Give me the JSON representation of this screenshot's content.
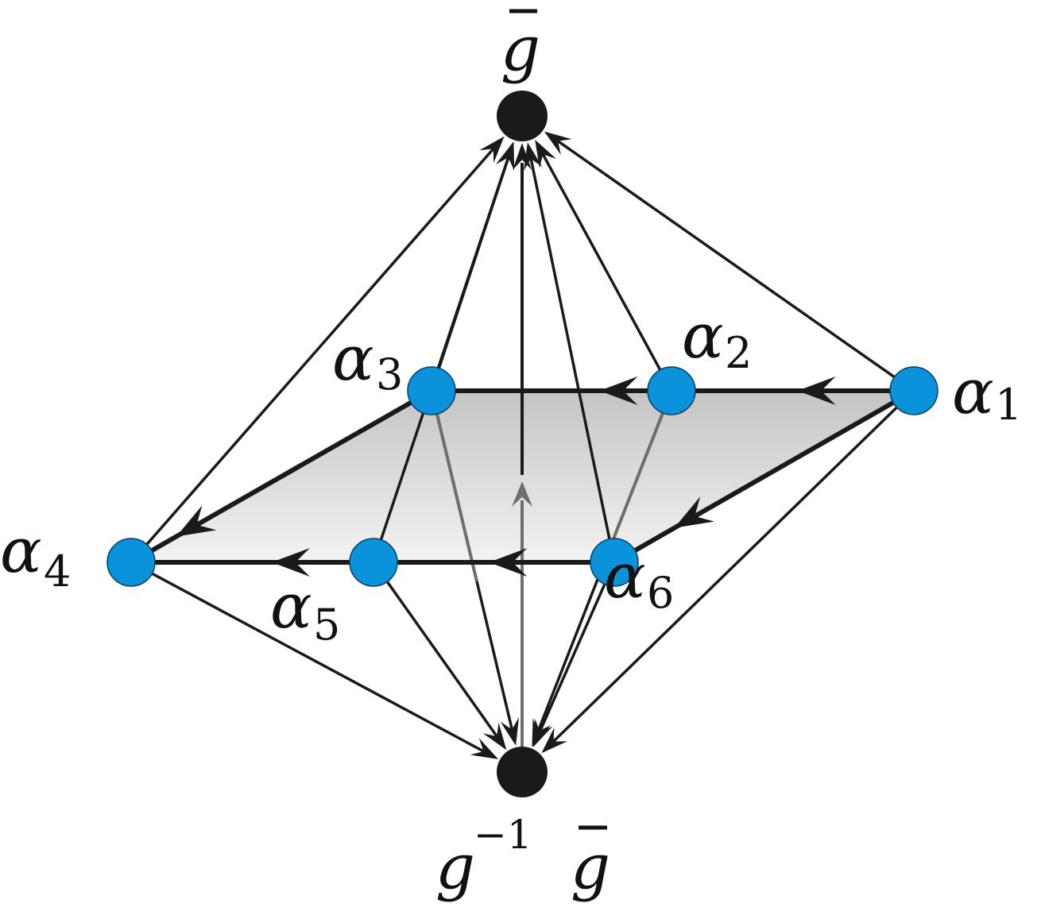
{
  "diagram": {
    "top_node": {
      "letter": "g",
      "bar": true
    },
    "bottom_node": {
      "letter": "g",
      "superscript": "−1",
      "letter2": "g",
      "bar2": true
    },
    "alpha_nodes": [
      {
        "id": "a1",
        "symbol": "α",
        "subscript": "1"
      },
      {
        "id": "a2",
        "symbol": "α",
        "subscript": "2"
      },
      {
        "id": "a3",
        "symbol": "α",
        "subscript": "3"
      },
      {
        "id": "a4",
        "symbol": "α",
        "subscript": "4"
      },
      {
        "id": "a5",
        "symbol": "α",
        "subscript": "5"
      },
      {
        "id": "a6",
        "symbol": "α",
        "subscript": "6"
      }
    ],
    "plane_edges": [
      {
        "from": "a1",
        "to": "a2"
      },
      {
        "from": "a2",
        "to": "a3"
      },
      {
        "from": "a1",
        "to": "a6"
      },
      {
        "from": "a6",
        "to": "a5"
      },
      {
        "from": "a5",
        "to": "a4"
      },
      {
        "from": "a3",
        "to": "a4"
      }
    ],
    "to_top_edges": [
      "a1",
      "a2",
      "a3",
      "a4",
      "a5",
      "a6",
      "bottom"
    ],
    "to_bottom_edges": [
      "a1",
      "a2",
      "a3",
      "a4",
      "a5",
      "a6"
    ],
    "colors": {
      "alpha_node": "#0a92da",
      "black_node": "#1a1a1a",
      "edge": "#1a1a1a",
      "hidden_edge": "#6e6e6e"
    }
  }
}
